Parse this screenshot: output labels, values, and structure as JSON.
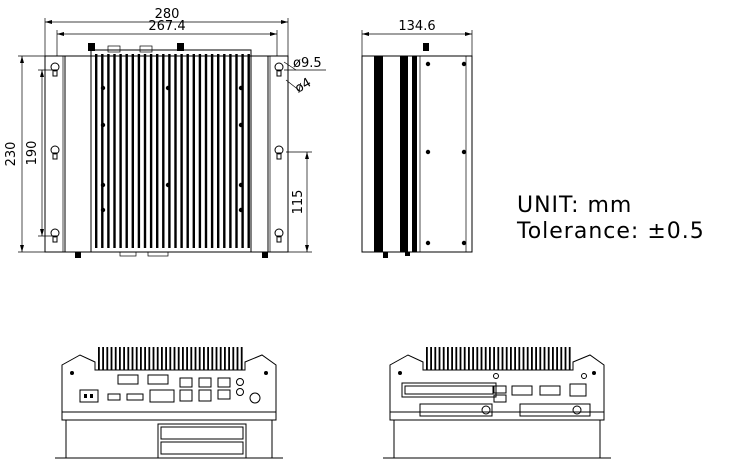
{
  "drawing": {
    "front_view": {
      "dim_overall_width": "280",
      "dim_inner_width": "267.4",
      "dim_overall_height": "230",
      "dim_slot_spacing": "190",
      "dim_slot_offset": "115",
      "dim_slot_large": "ø9.5",
      "dim_slot_small": "ø4"
    },
    "side_view": {
      "dim_depth": "134.6"
    },
    "notes": {
      "unit": "UNIT: mm",
      "tolerance": "Tolerance: ±0.5"
    }
  }
}
